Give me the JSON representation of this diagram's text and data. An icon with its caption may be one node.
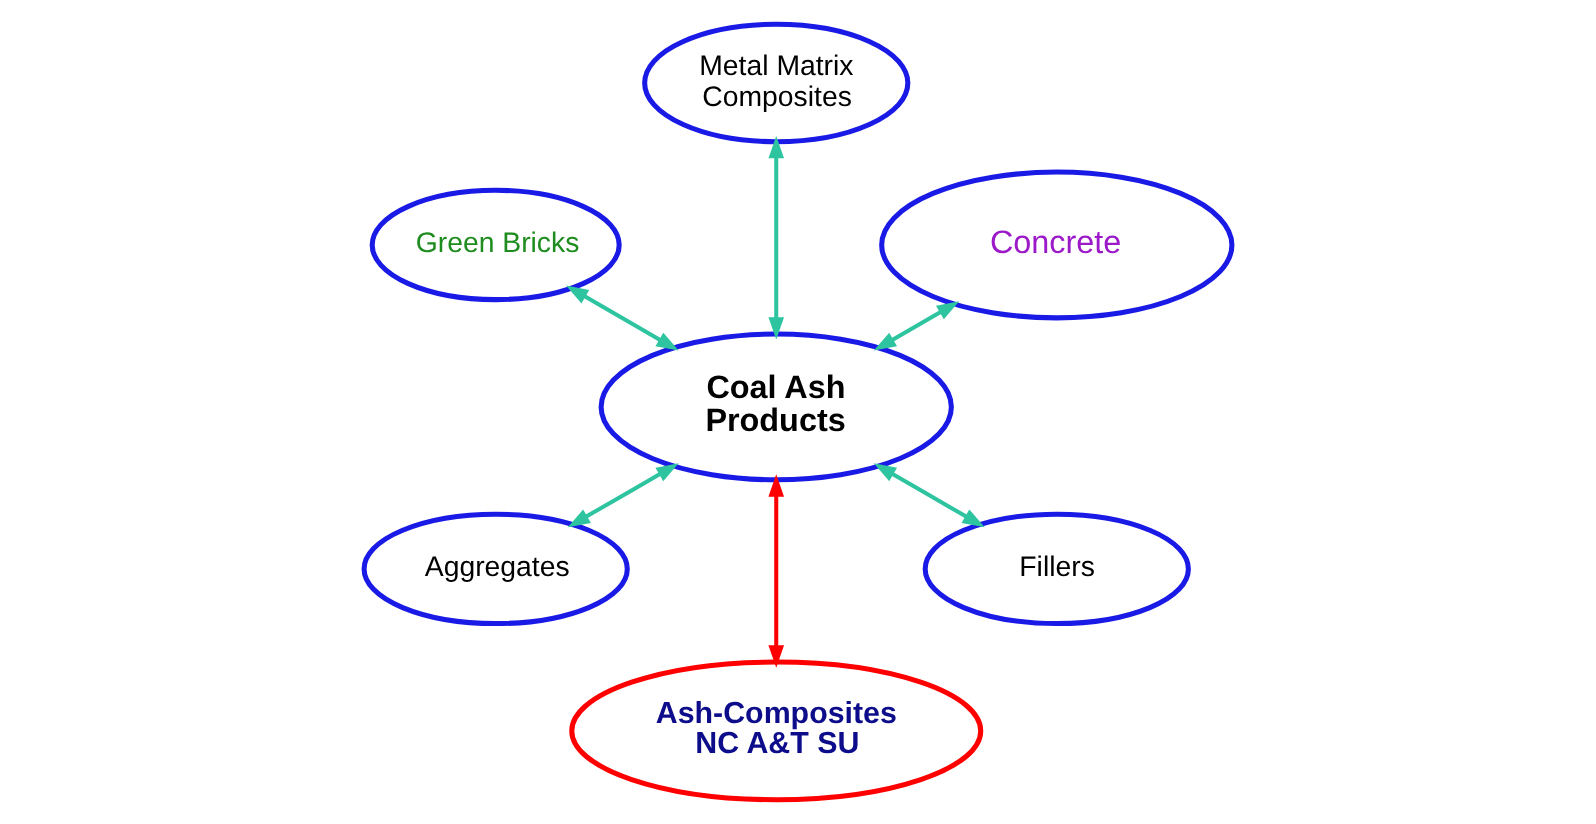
{
  "diagram": {
    "nodes": [
      {
        "text": [
          "Concrete"
        ]
      },
      {
        "text": [
          "Metal Matrix Composites"
        ]
      },
      {
        "text": [
          "Green Bricks"
        ]
      },
      {
        "text": [
          "Coal Ash Products"
        ]
      },
      {
        "text": [
          "Aggregates"
        ]
      },
      {
        "text": [
          "Ash-Composites NC A&T SU"
        ]
      },
      {
        "text": [
          "Fillers"
        ]
      }
    ],
    "edges": [
      {
        "from": 3,
        "to": 0,
        "arrow": "both"
      },
      {
        "from": 3,
        "to": 1,
        "arrow": "both"
      },
      {
        "from": 3,
        "to": 2,
        "arrow": "both"
      },
      {
        "from": 3,
        "to": 4,
        "arrow": "both"
      },
      {
        "from": 3,
        "to": 5,
        "arrow": "both",
        "color": "#ff0000"
      },
      {
        "from": 3,
        "to": 6,
        "arrow": "both"
      }
    ]
  }
}
